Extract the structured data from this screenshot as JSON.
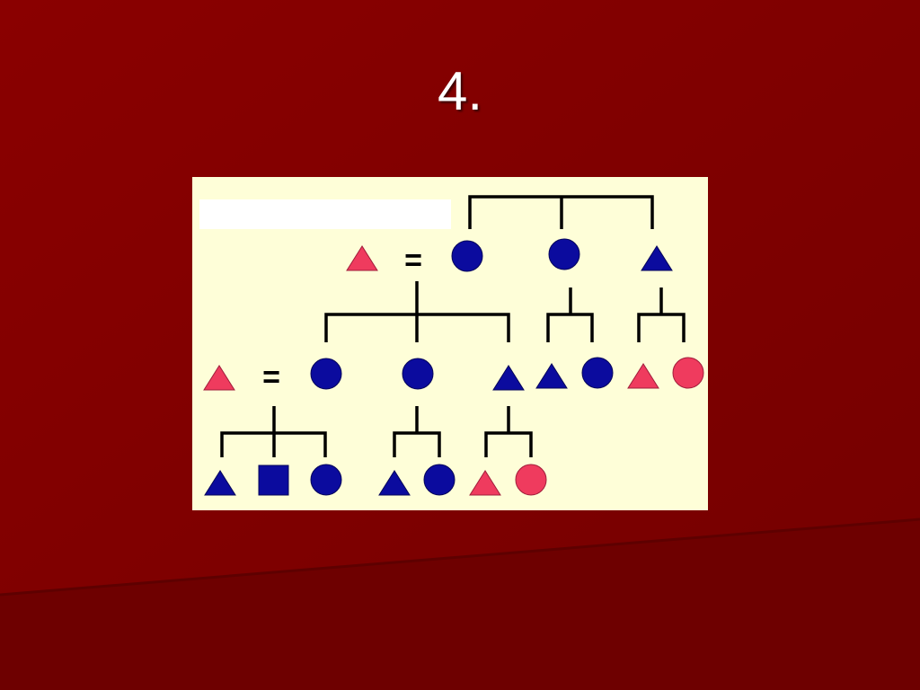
{
  "slide": {
    "title": "4."
  },
  "colors": {
    "background": "#7e0000",
    "background_band": "#6e0000",
    "panel": "#fefed8",
    "label_box": "#ffffff",
    "male_female_blue": "#0b0b9e",
    "pink": "#ef3b5e",
    "line": "#000000"
  },
  "diagram": {
    "marriage_sign": "=",
    "generations": [
      {
        "name": "generation-1",
        "members": [
          {
            "shape": "triangle",
            "color": "pink"
          },
          {
            "shape": "circle",
            "color": "blue"
          },
          {
            "shape": "circle",
            "color": "blue"
          },
          {
            "shape": "triangle",
            "color": "blue"
          }
        ]
      },
      {
        "name": "generation-2",
        "members": [
          {
            "shape": "triangle",
            "color": "pink"
          },
          {
            "shape": "circle",
            "color": "blue"
          },
          {
            "shape": "circle",
            "color": "blue"
          },
          {
            "shape": "triangle",
            "color": "blue"
          },
          {
            "shape": "triangle",
            "color": "blue"
          },
          {
            "shape": "circle",
            "color": "blue"
          },
          {
            "shape": "triangle",
            "color": "pink"
          },
          {
            "shape": "circle",
            "color": "pink"
          }
        ]
      },
      {
        "name": "generation-3",
        "members": [
          {
            "shape": "triangle",
            "color": "blue"
          },
          {
            "shape": "square",
            "color": "blue"
          },
          {
            "shape": "circle",
            "color": "blue"
          },
          {
            "shape": "triangle",
            "color": "blue"
          },
          {
            "shape": "circle",
            "color": "blue"
          },
          {
            "shape": "triangle",
            "color": "pink"
          },
          {
            "shape": "circle",
            "color": "pink"
          }
        ]
      }
    ]
  }
}
